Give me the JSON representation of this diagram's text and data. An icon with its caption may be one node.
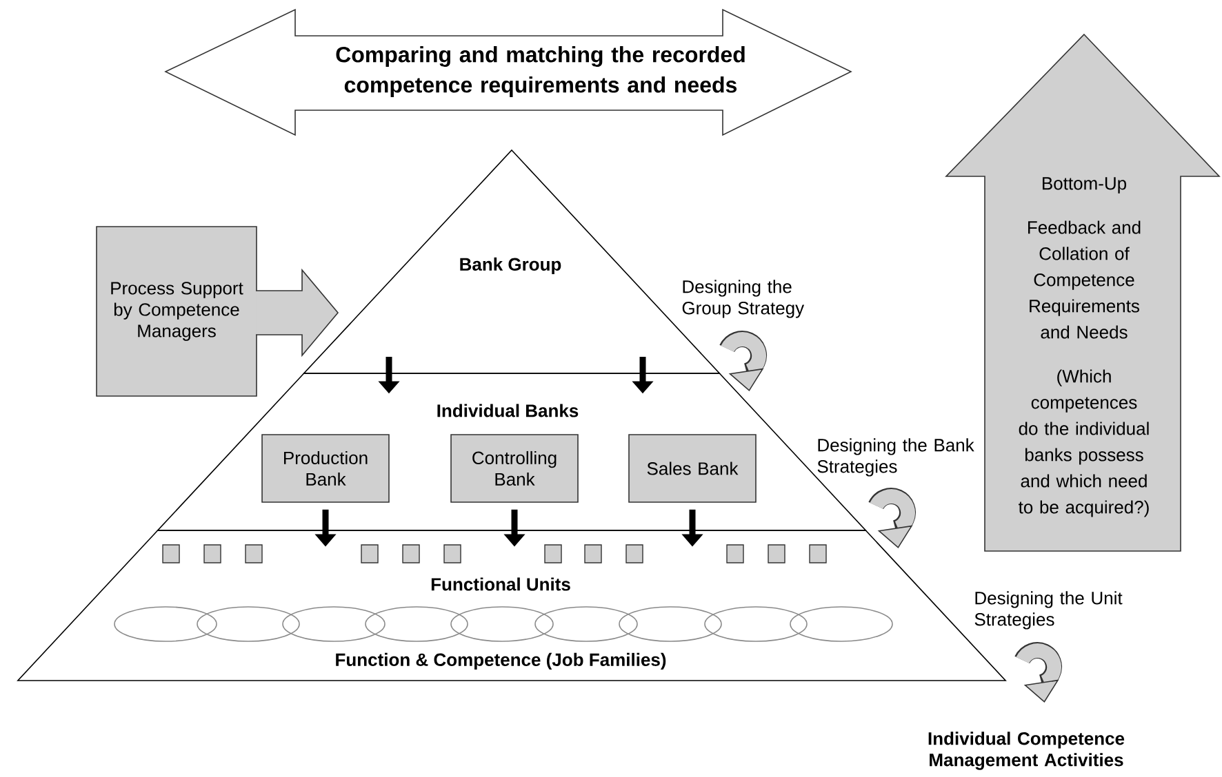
{
  "diagram": {
    "nodes": [
      {
        "text": [
          "Comparing and matching the recorded competence requirements and needs"
        ]
      },
      {
        "text": [
          "Process Support by Competence Managers"
        ]
      },
      {
        "text": [
          "Bank Group"
        ]
      },
      {
        "text": [
          "Individual Banks"
        ]
      },
      {
        "text": [
          "Production Bank"
        ],
        "in": 3
      },
      {
        "text": [
          "Controlling Bank"
        ],
        "in": 3
      },
      {
        "text": [
          "Sales Bank"
        ],
        "in": 3
      },
      {
        "text": [
          "Functional Units",
          "Function & Competence (Job Families)"
        ]
      },
      {
        "text": [],
        "shape": "box",
        "in": 7
      },
      {
        "text": [],
        "shape": "box",
        "in": 7
      },
      {
        "text": [],
        "shape": "box",
        "in": 7
      },
      {
        "text": [],
        "shape": "box",
        "in": 7
      },
      {
        "text": [],
        "shape": "box",
        "in": 7
      },
      {
        "text": [],
        "shape": "box",
        "in": 7
      },
      {
        "text": [],
        "shape": "box",
        "in": 7
      },
      {
        "text": [],
        "shape": "box",
        "in": 7
      },
      {
        "text": [],
        "shape": "box",
        "in": 7
      },
      {
        "text": [],
        "shape": "box",
        "in": 7
      },
      {
        "text": [],
        "shape": "box",
        "in": 7
      },
      {
        "text": [],
        "shape": "box",
        "in": 7
      },
      {
        "text": [],
        "shape": "ellipse",
        "in": 7
      },
      {
        "text": [],
        "shape": "ellipse",
        "in": 7
      },
      {
        "text": [],
        "shape": "ellipse",
        "in": 7
      },
      {
        "text": [],
        "shape": "ellipse",
        "in": 7
      },
      {
        "text": [],
        "shape": "ellipse",
        "in": 7
      },
      {
        "text": [],
        "shape": "ellipse",
        "in": 7
      },
      {
        "text": [],
        "shape": "ellipse",
        "in": 7
      },
      {
        "text": [],
        "shape": "ellipse",
        "in": 7
      },
      {
        "text": [],
        "shape": "ellipse",
        "in": 7
      },
      {
        "text": [
          "Bottom-Up",
          "Feedback and Collation of Competence Requirements and Needs",
          "(Which competences do the individual banks possess and which need to be acquired?)"
        ]
      }
    ],
    "edges": [
      {
        "from": 1,
        "to": 2,
        "arrow": "to"
      },
      {
        "from": 2,
        "to": 3,
        "arrow": "to"
      },
      {
        "from": 2,
        "to": 3,
        "arrow": "to"
      },
      {
        "from": 4,
        "to": 7,
        "arrow": "to"
      },
      {
        "from": 5,
        "to": 7,
        "arrow": "to"
      },
      {
        "from": 6,
        "to": 7,
        "arrow": "to"
      }
    ],
    "labels": [
      "Designing the Group Strategy",
      "Designing the Bank Strategies",
      "Designing the Unit Strategies",
      "Individual Competence Management Activities"
    ]
  }
}
